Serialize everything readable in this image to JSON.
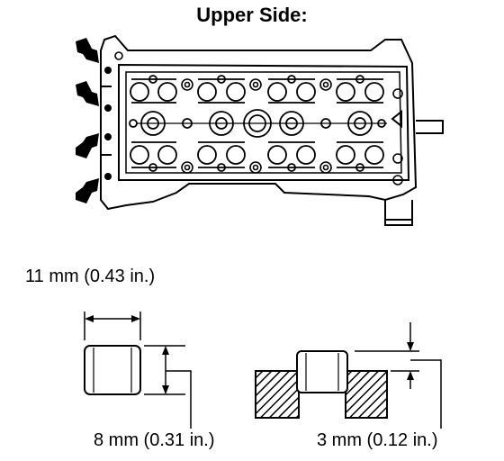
{
  "diagram": {
    "title": "Upper Side:",
    "dimensions": {
      "length": "11 mm (0.43 in.)",
      "diameter": "8 mm (0.31 in.)",
      "protrusion": "3 mm (0.12 in.)"
    },
    "callout_arrow_count": 4
  }
}
